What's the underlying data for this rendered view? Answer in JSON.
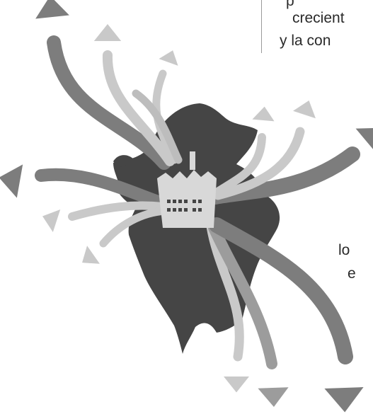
{
  "text_fragments": [
    "p",
    "crecient",
    "y la con",
    "lo",
    "e"
  ],
  "colors": {
    "background": "#ffffff",
    "silhouette": "#454545",
    "dark_arrow": "#7d7d7d",
    "mid_arrow": "#9c9c9c",
    "light_arrow": "#c9c9c9",
    "factory": "#d8d8d8",
    "text": "#2a2a2a"
  },
  "icons": [
    "factory-icon",
    "arrow-icon"
  ]
}
